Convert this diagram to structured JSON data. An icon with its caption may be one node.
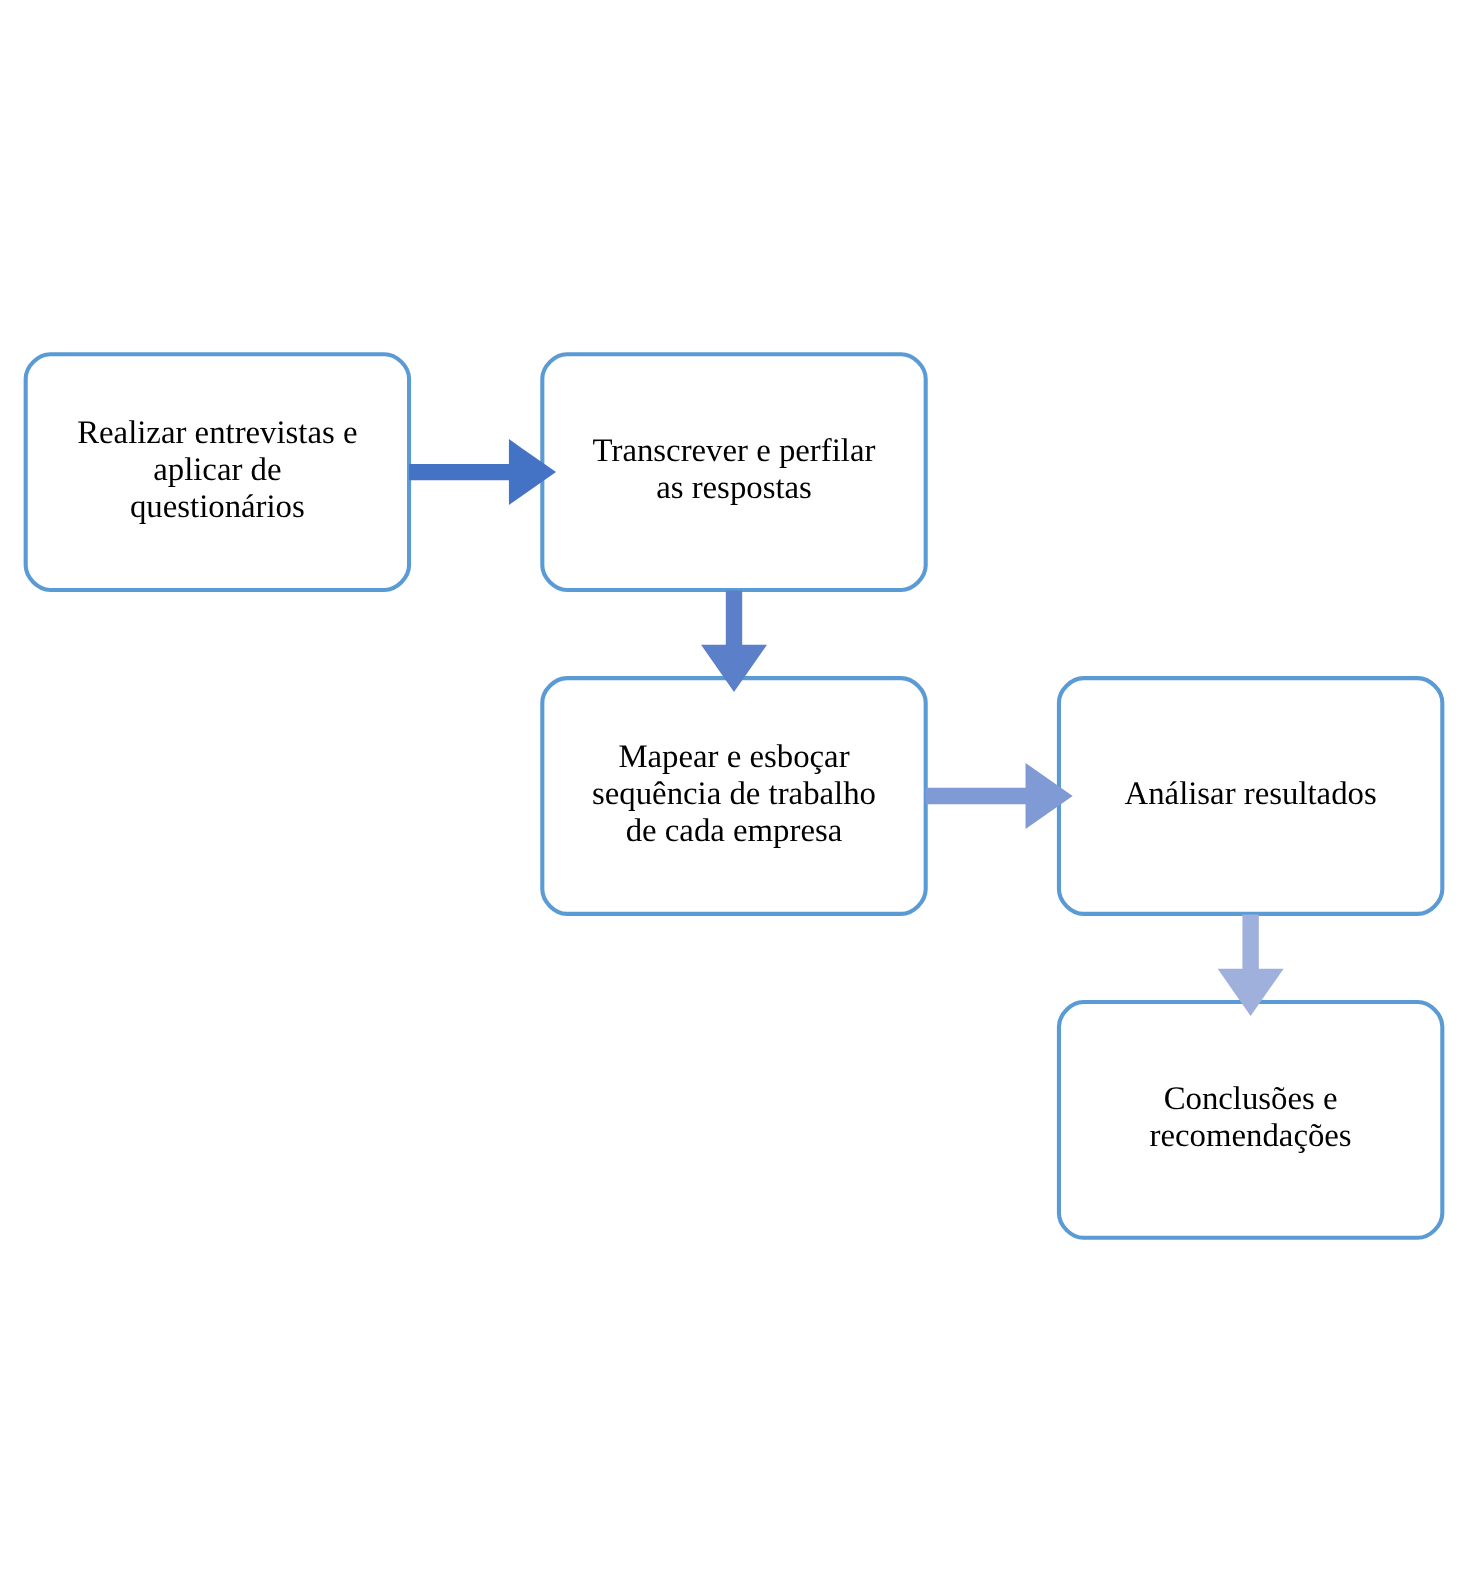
{
  "diagram": {
    "nodes": [
      {
        "text": [
          "Realizar entrevistas e aplicar de questionários"
        ]
      },
      {
        "text": [
          "Transcrever e perfilar as respostas"
        ]
      },
      {
        "text": [
          "Mapear e esboçar sequência de trabalho de cada empresa"
        ]
      },
      {
        "text": [
          "Análisar resultados"
        ]
      },
      {
        "text": [
          "Conclusões e recomendações"
        ]
      }
    ],
    "edges": [
      {
        "from": 0,
        "to": 1,
        "arrow": "to",
        "color": "#4472c4"
      },
      {
        "from": 1,
        "to": 2,
        "arrow": "to",
        "color": "#5b7fc9"
      },
      {
        "from": 2,
        "to": 3,
        "arrow": "to",
        "color": "#7f9ad4"
      },
      {
        "from": 3,
        "to": 4,
        "arrow": "to",
        "color": "#9fb0dc"
      }
    ]
  }
}
